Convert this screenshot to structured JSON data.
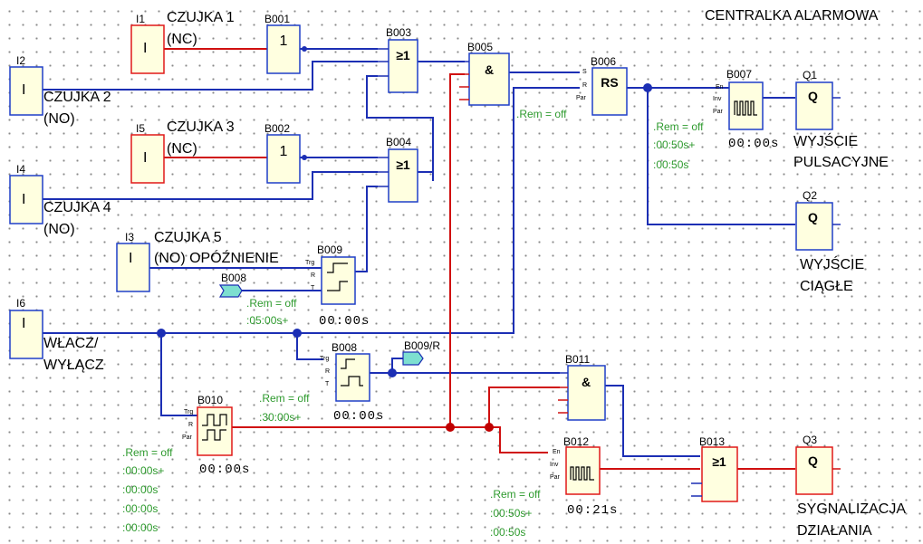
{
  "diagram": {
    "title": "CENTRALKA ALARMOWA",
    "inputs": {
      "i1": {
        "id": "I1",
        "symbol": "I",
        "name_line1": "CZUJKA 1",
        "name_line2": "(NC)"
      },
      "i2": {
        "id": "I2",
        "symbol": "I",
        "name_line1": "CZUJKA 2",
        "name_line2": "(NO)"
      },
      "i5": {
        "id": "I5",
        "symbol": "I",
        "name_line1": "CZUJKA 3",
        "name_line2": "(NC)"
      },
      "i4": {
        "id": "I4",
        "symbol": "I",
        "name_line1": "CZUJKA 4",
        "name_line2": "(NO)"
      },
      "i3": {
        "id": "I3",
        "symbol": "I",
        "name_line1": "CZUJKA 5",
        "name_line2": "(NO) OPÓŹNIENIE"
      },
      "i6": {
        "id": "I6",
        "symbol": "I",
        "name_line1": "WŁACZ/",
        "name_line2": "WYŁĄCZ"
      }
    },
    "blocks": {
      "b001": {
        "id": "B001",
        "symbol": "1"
      },
      "b002": {
        "id": "B002",
        "symbol": "1"
      },
      "b003": {
        "id": "B003",
        "symbol": "≥1"
      },
      "b004": {
        "id": "B004",
        "symbol": "≥1"
      },
      "b005": {
        "id": "B005",
        "symbol": "&"
      },
      "b006": {
        "id": "B006",
        "symbol": "RS",
        "pin_s": "S",
        "pin_r": "R",
        "pin_par": "Par",
        "params": [
          ".Rem = off"
        ]
      },
      "b007": {
        "id": "B007",
        "pin_en": "En",
        "pin_inv": "Inv",
        "pin_par": "Par",
        "params": [
          ".Rem = off",
          ":00:50s+",
          ":00:50s"
        ],
        "time": "00:00s"
      },
      "b009": {
        "id": "B009",
        "pin_trg": "Trg",
        "pin_r": "R",
        "pin_t": "T",
        "params": [
          ".Rem = off",
          ":05:00s+"
        ],
        "time": "00:00s"
      },
      "b008_ref": {
        "id": "B008"
      },
      "b008": {
        "id": "B008",
        "pin_trg": "Trg",
        "pin_r": "R",
        "pin_t": "T",
        "params": [
          ".Rem = off",
          ":30:00s+"
        ],
        "time": "00:00s"
      },
      "b009r_ref": {
        "id": "B009/R"
      },
      "b010": {
        "id": "B010",
        "pin_trg": "Trg",
        "pin_r": "R",
        "pin_par": "Par",
        "params": [
          ".Rem = off",
          ":00:00s+",
          ":00:00s",
          ":00:00s",
          ":00:00s"
        ],
        "time": "00:00s"
      },
      "b011": {
        "id": "B011",
        "symbol": "&"
      },
      "b012": {
        "id": "B012",
        "pin_en": "En",
        "pin_inv": "Inv",
        "pin_par": "Par",
        "params": [
          ".Rem = off",
          ":00:50s+",
          ":00:50s"
        ],
        "time": "00:21s"
      },
      "b013": {
        "id": "B013",
        "symbol": "≥1"
      }
    },
    "outputs": {
      "q1": {
        "id": "Q1",
        "symbol": "Q",
        "name_line1": "WYJŚCIE",
        "name_line2": "PULSACYJNE"
      },
      "q2": {
        "id": "Q2",
        "symbol": "Q",
        "name_line1": "WYJŚCIE",
        "name_line2": "CIĄGŁE"
      },
      "q3": {
        "id": "Q3",
        "symbol": "Q",
        "name_line1": "SYGNALIZACJA",
        "name_line2": "DZIAŁANIA"
      }
    },
    "colors": {
      "wire_low": "#1c2fb4",
      "wire_high": "#d01010",
      "block_fill": "#ffffe0",
      "param_text": "#2e9a2e",
      "grid_dot": "#8a8a8a"
    }
  }
}
